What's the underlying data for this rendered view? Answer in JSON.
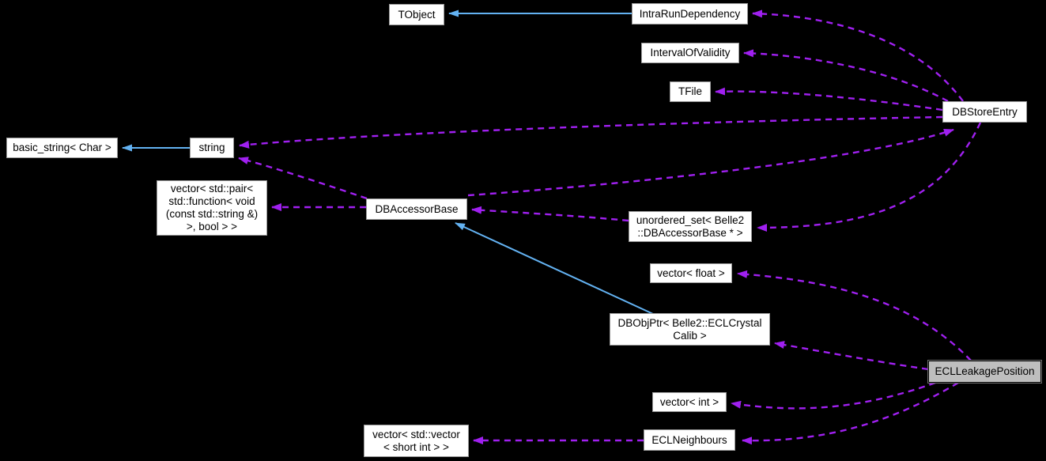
{
  "diagram": {
    "type": "collaboration-graph",
    "background_color": "#000000",
    "colors": {
      "usage_edge": "#A020F0",
      "inheritance_edge": "#63B2F2",
      "node_fill": "#FFFFFF",
      "node_border": "#9A9A9A",
      "node_text": "#000000",
      "current_node_fill": "#BEBEBE",
      "current_node_border": "#000000"
    },
    "nodes": [
      {
        "id": "tobject",
        "label": "TObject",
        "current": false
      },
      {
        "id": "intrarundependency",
        "label": "IntraRunDependency",
        "current": false
      },
      {
        "id": "intervalofvalidity",
        "label": "IntervalOfValidity",
        "current": false
      },
      {
        "id": "tfile",
        "label": "TFile",
        "current": false
      },
      {
        "id": "dbstoreentry",
        "label": "DBStoreEntry",
        "current": false
      },
      {
        "id": "basic_string",
        "label": "basic_string< Char >",
        "current": false
      },
      {
        "id": "string",
        "label": "string",
        "current": false
      },
      {
        "id": "vector_pair_function",
        "label": "vector< std::pair<\nstd::function< void\n(const std::string &)\n>, bool > >",
        "current": false
      },
      {
        "id": "dbaccessorbase",
        "label": "DBAccessorBase",
        "current": false
      },
      {
        "id": "unordered_set_dbaccessorbase",
        "label": "unordered_set< Belle2\n::DBAccessorBase * >",
        "current": false
      },
      {
        "id": "vector_float",
        "label": "vector< float >",
        "current": false
      },
      {
        "id": "dbobjptr_eclcrystalcalib",
        "label": "DBObjPtr< Belle2::ECLCrystal\nCalib >",
        "current": false
      },
      {
        "id": "eclleakageposition",
        "label": "ECLLeakagePosition",
        "current": true
      },
      {
        "id": "vector_int",
        "label": "vector< int >",
        "current": false
      },
      {
        "id": "eclneighbours",
        "label": "ECLNeighbours",
        "current": false
      },
      {
        "id": "vector_vector_short_int",
        "label": "vector< std::vector\n< short int > >",
        "current": false
      }
    ],
    "edges": [
      {
        "from": "intrarundependency",
        "to": "tobject",
        "type": "inheritance"
      },
      {
        "from": "string",
        "to": "basic_string",
        "type": "inheritance"
      },
      {
        "from": "dbobjptr_eclcrystalcalib",
        "to": "dbaccessorbase",
        "type": "inheritance"
      },
      {
        "from": "dbstoreentry",
        "to": "intrarundependency",
        "type": "usage"
      },
      {
        "from": "dbstoreentry",
        "to": "intervalofvalidity",
        "type": "usage"
      },
      {
        "from": "dbstoreentry",
        "to": "tfile",
        "type": "usage"
      },
      {
        "from": "dbstoreentry",
        "to": "string",
        "type": "usage"
      },
      {
        "from": "dbstoreentry",
        "to": "unordered_set_dbaccessorbase",
        "type": "usage"
      },
      {
        "from": "dbaccessorbase",
        "to": "dbstoreentry",
        "type": "usage"
      },
      {
        "from": "unordered_set_dbaccessorbase",
        "to": "dbaccessorbase",
        "type": "usage"
      },
      {
        "from": "dbaccessorbase",
        "to": "string",
        "type": "usage"
      },
      {
        "from": "dbaccessorbase",
        "to": "vector_pair_function",
        "type": "usage"
      },
      {
        "from": "eclleakageposition",
        "to": "vector_float",
        "type": "usage"
      },
      {
        "from": "eclleakageposition",
        "to": "dbobjptr_eclcrystalcalib",
        "type": "usage"
      },
      {
        "from": "eclleakageposition",
        "to": "vector_int",
        "type": "usage"
      },
      {
        "from": "eclleakageposition",
        "to": "eclneighbours",
        "type": "usage"
      },
      {
        "from": "eclneighbours",
        "to": "vector_vector_short_int",
        "type": "usage"
      }
    ]
  }
}
